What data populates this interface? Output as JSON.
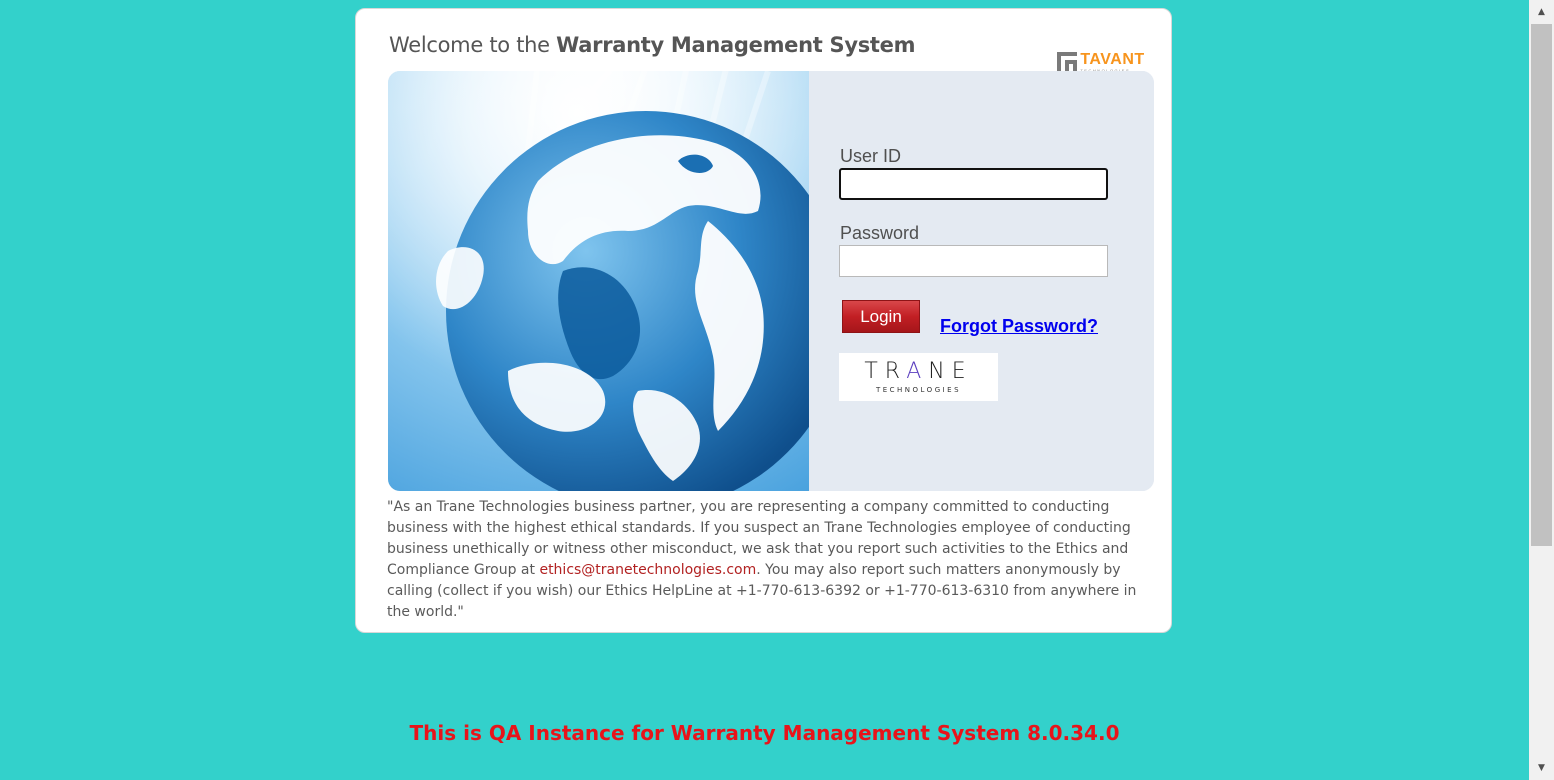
{
  "header": {
    "welcome_prefix": "Welcome to the",
    "welcome_strong": "Warranty Management System",
    "tavant_name": "TAVANT",
    "tavant_sub": "TECHNOLOGIES"
  },
  "login_form": {
    "user_id_label": "User ID",
    "user_id_value": "",
    "password_label": "Password",
    "password_value": "",
    "login_label": "Login",
    "forgot_label": "Forgot Password?"
  },
  "trane_logo": {
    "name_t": "T",
    "name_r": "R",
    "name_a": "A",
    "name_n": "N",
    "name_e": "E",
    "sub": "TECHNOLOGIES"
  },
  "ethics": {
    "part1": "\"As an Trane Technologies business partner, you are representing a company committed to conducting business with the highest ethical standards. If you suspect an Trane Technologies employee of conducting business unethically or witness other misconduct, we ask that you report such activities to the Ethics and Compliance Group at ",
    "email": "ethics@tranetechnologies.com",
    "part2": ". You may also report such matters anonymously by calling (collect if you wish) our Ethics HelpLine at +1-770-613-6392 or +1-770-613-6310 from anywhere in the world.\""
  },
  "footer": {
    "qa_notice": "This is QA Instance for Warranty Management System 8.0.34.0"
  },
  "scrollbar": {
    "up_icon": "▲",
    "down_icon": "▼"
  },
  "colors": {
    "background": "#33d1cb",
    "tavant_orange": "#f7941d",
    "login_red": "#c21f24",
    "notice_red": "#e8141a",
    "link_blue": "#0000ee"
  }
}
